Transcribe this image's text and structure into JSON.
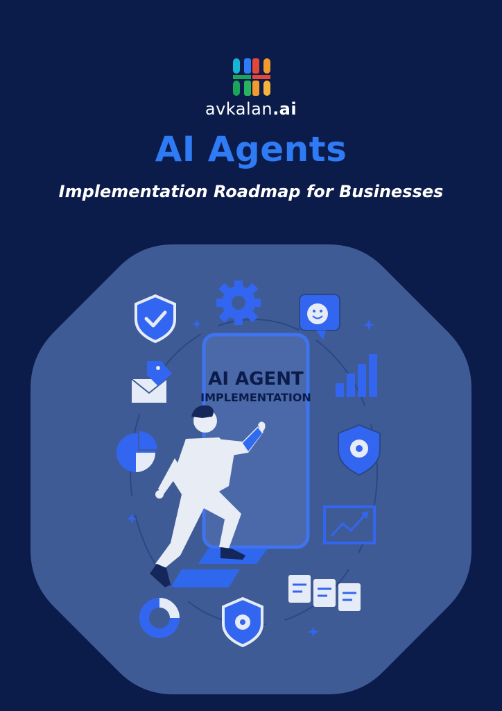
{
  "brand": {
    "name": "avkalan",
    "suffix": ".ai",
    "logo_icon": "avkalan-logo"
  },
  "hero": {
    "title": "AI Agents",
    "subtitle": "Implementation Roadmap for Businesses"
  },
  "illustration": {
    "screen_line1": "AI AGENT",
    "screen_line2": "IMPLEMENTATION",
    "icons": [
      "shield-check-icon",
      "gear-icon",
      "chat-smiley-icon",
      "sparkle-icon",
      "bar-chart-icon",
      "email-icon",
      "shield-gear-icon",
      "pie-chart-icon",
      "trend-chart-icon",
      "donut-chart-icon",
      "documents-icon"
    ]
  },
  "colors": {
    "background": "#0b1b4a",
    "octagon": "#3f5b95",
    "accent": "#2f7bf5",
    "icon_blue": "#3366f0",
    "light": "#e6ecf7"
  }
}
